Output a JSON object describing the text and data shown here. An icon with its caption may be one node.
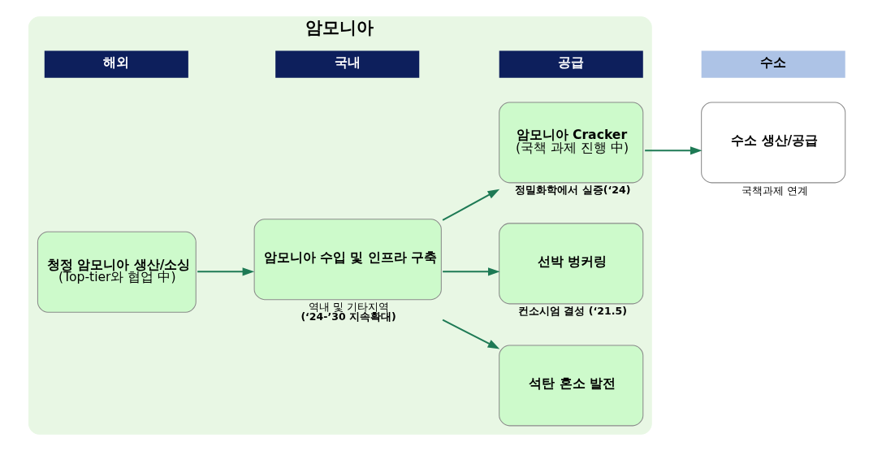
{
  "diagram": {
    "nodes": [
      {
        "text": [
          "암모니아"
        ]
      },
      {
        "text": [
          "해외"
        ],
        "in": 0
      },
      {
        "text": [
          "국내"
        ],
        "in": 0
      },
      {
        "text": [
          "공급"
        ],
        "in": 0
      },
      {
        "text": [
          "수소"
        ]
      },
      {
        "text": [
          "청정 암모니아 생산/소싱",
          "(Top-tier와 협업 中)"
        ],
        "in": 0
      },
      {
        "text": [
          "암모니아 수입 및 인프라 구축"
        ],
        "in": 0,
        "beside": [
          "역내 및 기타지역",
          "(‘24-’30 지속확대)"
        ]
      },
      {
        "text": [
          "석탄 혼소 발전"
        ],
        "in": 0
      },
      {
        "text": [
          "선박 벙커링"
        ],
        "in": 0,
        "beside": [
          "컨소시엄 결성 (‘21.5)"
        ]
      },
      {
        "text": [
          "암모니아 Cracker",
          "(국책 과제 진행 中)"
        ],
        "in": 0,
        "beside": [
          "정밀화학에서 실증(‘24)"
        ]
      },
      {
        "text": [
          "수소 생산/공급"
        ],
        "beside": [
          "국책과제 연계"
        ]
      }
    ],
    "edges": [
      {
        "from": 5,
        "to": 6,
        "arrow": "to"
      },
      {
        "from": 6,
        "to": 7,
        "arrow": "to"
      },
      {
        "from": 6,
        "to": 8,
        "arrow": "to"
      },
      {
        "from": 6,
        "to": 9,
        "arrow": "to"
      },
      {
        "from": 9,
        "to": 10,
        "arrow": "to"
      }
    ]
  }
}
